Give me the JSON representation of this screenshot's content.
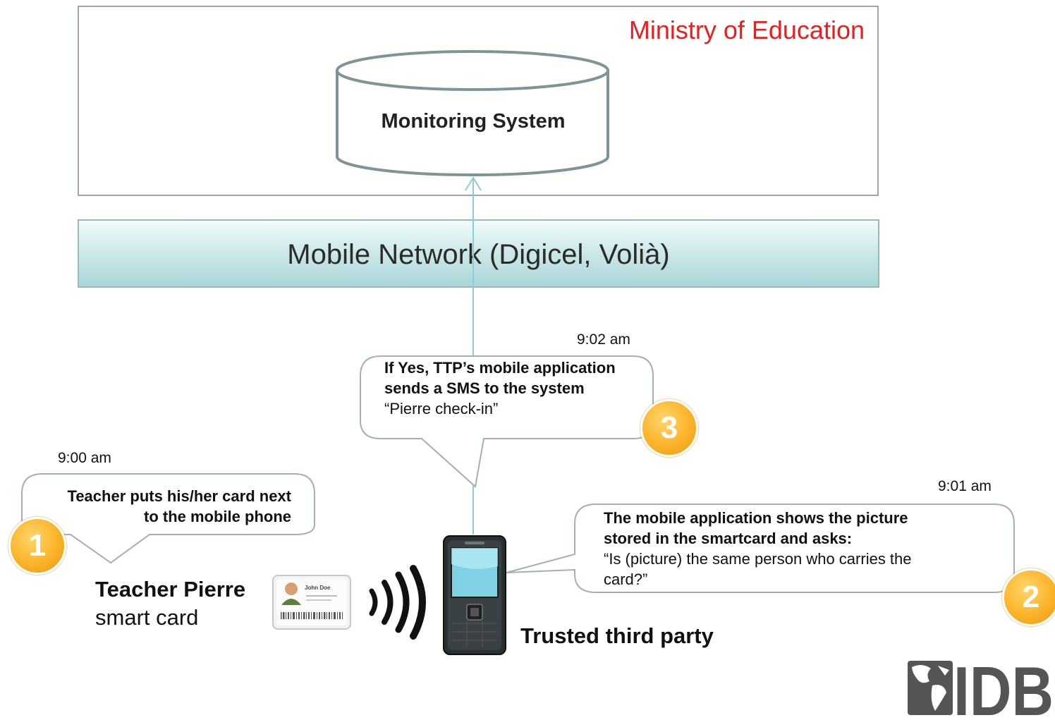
{
  "ministry": {
    "label": "Ministry of Education"
  },
  "monitoring": {
    "label": "Monitoring System"
  },
  "network": {
    "label": "Mobile Network (Digicel, Volià)"
  },
  "step1": {
    "time": "9:00 am",
    "text_bold_line1": "Teacher puts his/her card next",
    "text_bold_line2": "to the mobile phone",
    "number": "1"
  },
  "step2": {
    "time": "9:01 am",
    "text_bold": "The mobile application shows the picture stored in the smartcard and asks:",
    "text_normal": "“Is (picture) the same person who carries the card?”",
    "number": "2"
  },
  "step3": {
    "time": "9:02 am",
    "text_bold": "If Yes, TTP’s mobile application sends a SMS to the system",
    "text_normal": "“Pierre check-in”",
    "number": "3"
  },
  "teacher": {
    "name": "Teacher Pierre",
    "subtitle": "smart card"
  },
  "card": {
    "holder_name": "John Doe"
  },
  "ttp": {
    "label": "Trusted third party"
  },
  "logo": {
    "text": "IDB"
  },
  "colors": {
    "ministry_red": "#ee1c1c",
    "badge_orange": "#fbb329",
    "network_teal": "#a9d6d8",
    "arrow_teal": "#8ccfd2"
  }
}
